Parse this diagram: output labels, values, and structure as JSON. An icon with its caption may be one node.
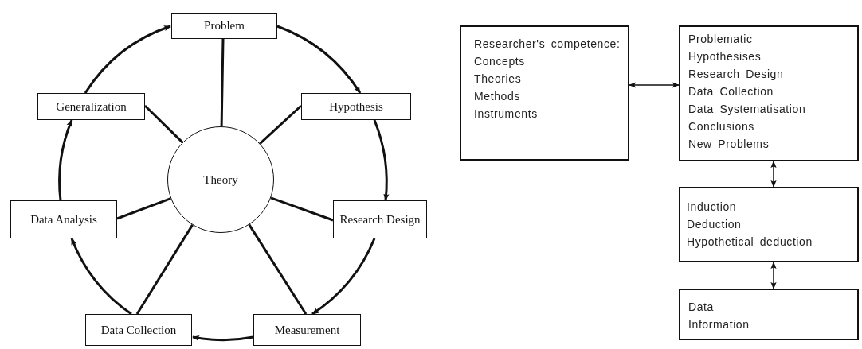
{
  "diagram": {
    "nodes": [
      {
        "text": [
          "Problem"
        ]
      },
      {
        "text": [
          "Hypothesis"
        ]
      },
      {
        "text": [
          "Research Design"
        ]
      },
      {
        "text": [
          "Measurement"
        ]
      },
      {
        "text": [
          "Data Collection"
        ]
      },
      {
        "text": [
          "Data Analysis"
        ]
      },
      {
        "text": [
          "Generalization"
        ]
      },
      {
        "text": [
          "Theory"
        ]
      },
      {
        "text": [
          "Researcher's competence:",
          "Concepts",
          "Theories",
          "Methods",
          "Instruments"
        ]
      },
      {
        "text": [
          "Problematic",
          "Hypothesises",
          "Research Design",
          "Data Collection",
          "Data Systematisation",
          "Conclusions",
          "New Problems"
        ]
      },
      {
        "text": [
          "Induction",
          "Deduction",
          "Hypothetical deduction"
        ]
      },
      {
        "text": [
          "Data",
          "Information"
        ]
      }
    ],
    "edges": [
      {
        "from": 0,
        "to": 1,
        "arrow": "to"
      },
      {
        "from": 1,
        "to": 2,
        "arrow": "to"
      },
      {
        "from": 2,
        "to": 3,
        "arrow": "to"
      },
      {
        "from": 3,
        "to": 4,
        "arrow": "to"
      },
      {
        "from": 4,
        "to": 5,
        "arrow": "to"
      },
      {
        "from": 5,
        "to": 6,
        "arrow": "to"
      },
      {
        "from": 6,
        "to": 0,
        "arrow": "to"
      },
      {
        "from": 7,
        "to": 0,
        "arrow": "none"
      },
      {
        "from": 7,
        "to": 1,
        "arrow": "none"
      },
      {
        "from": 7,
        "to": 2,
        "arrow": "none"
      },
      {
        "from": 7,
        "to": 3,
        "arrow": "none"
      },
      {
        "from": 7,
        "to": 4,
        "arrow": "none"
      },
      {
        "from": 7,
        "to": 5,
        "arrow": "none"
      },
      {
        "from": 7,
        "to": 6,
        "arrow": "none"
      },
      {
        "from": 8,
        "to": 9,
        "arrow": "both"
      },
      {
        "from": 9,
        "to": 10,
        "arrow": "both"
      },
      {
        "from": 10,
        "to": 11,
        "arrow": "both"
      }
    ]
  }
}
